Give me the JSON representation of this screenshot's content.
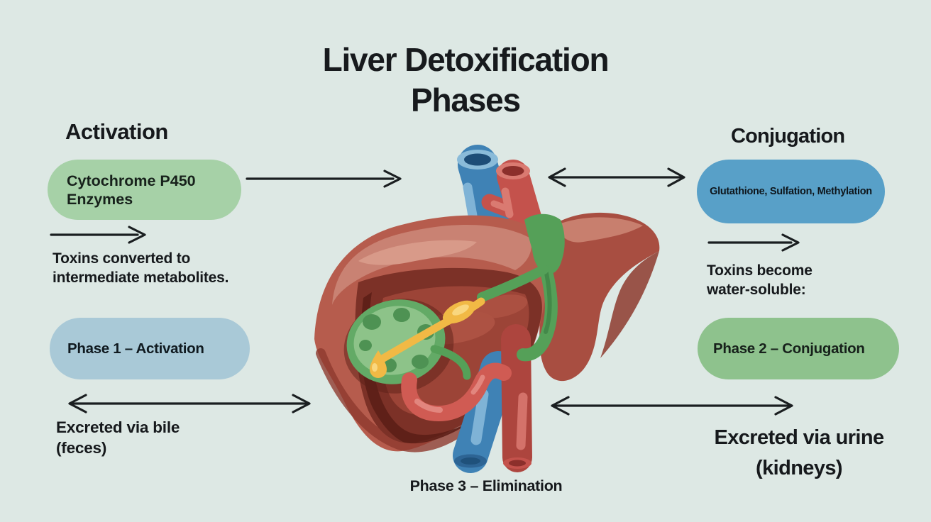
{
  "title": {
    "lines": [
      "Liver Detoxification",
      "Phases"
    ]
  },
  "left_column": {
    "heading": "Activation",
    "enzyme_pill": {
      "lines": [
        "Cytochrome P450",
        "Enzymes"
      ]
    },
    "process_note": {
      "lines": [
        "Toxins converted to",
        "intermediate metabolites."
      ]
    },
    "phase_pill": "Phase 1 – Activation",
    "excretion_note": {
      "lines": [
        "Excreted via bile",
        "(feces)"
      ]
    }
  },
  "right_column": {
    "heading": "Conjugation",
    "enzyme_pill": "Glutathione, Sulfation, Methylation",
    "process_note": {
      "lines": [
        "Toxins become",
        "water-soluble:"
      ]
    },
    "phase_pill": "Phase 2 – Conjugation",
    "excretion_note": {
      "lines": [
        "Excreted via urine",
        "(kidneys)"
      ]
    }
  },
  "footer": {
    "phase3_label": "Phase 3 – Elimination"
  },
  "colors": {
    "background": "#dde8e4",
    "text": "#16191c",
    "pill_green_left": "#a6d1a7",
    "pill_blue_left": "#a9c9d7",
    "pill_blue_right": "#58a0c8",
    "pill_green_right": "#8ec28d",
    "liver_main": "#b65c4d",
    "liver_highlight": "#c98273",
    "liver_interior": "#7c3127",
    "vein_blue": "#3f82b5",
    "artery_red": "#c4524c",
    "bile_green": "#55a058",
    "gallbladder_green": "#8dc389",
    "bile_yellow": "#f1b945"
  },
  "illustration": {
    "name": "liver-anatomy",
    "visible_parts": [
      "left lobe",
      "right lobe",
      "gallbladder",
      "bile ducts",
      "blue vein",
      "red artery",
      "portal vessel loop"
    ]
  }
}
